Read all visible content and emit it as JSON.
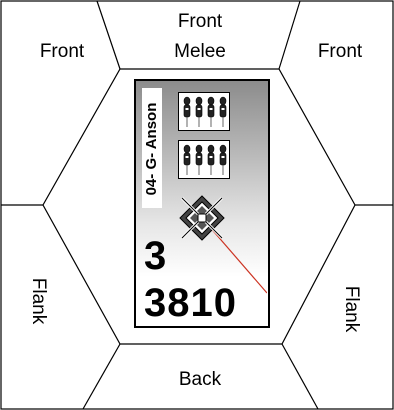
{
  "zones": {
    "front_left": "Front",
    "front_right": "Front",
    "front_melee_line1": "Front",
    "front_melee_line2": "Melee",
    "flank_left": "Flank",
    "flank_right": "Flank",
    "back": "Back"
  },
  "counter": {
    "unit_id": "04- G- Anson",
    "stat_top": "3",
    "stat_bottom": "3810"
  },
  "colors": {
    "grid_line": "#000000",
    "direction_line": "#cc3322",
    "background": "#ffffff"
  }
}
